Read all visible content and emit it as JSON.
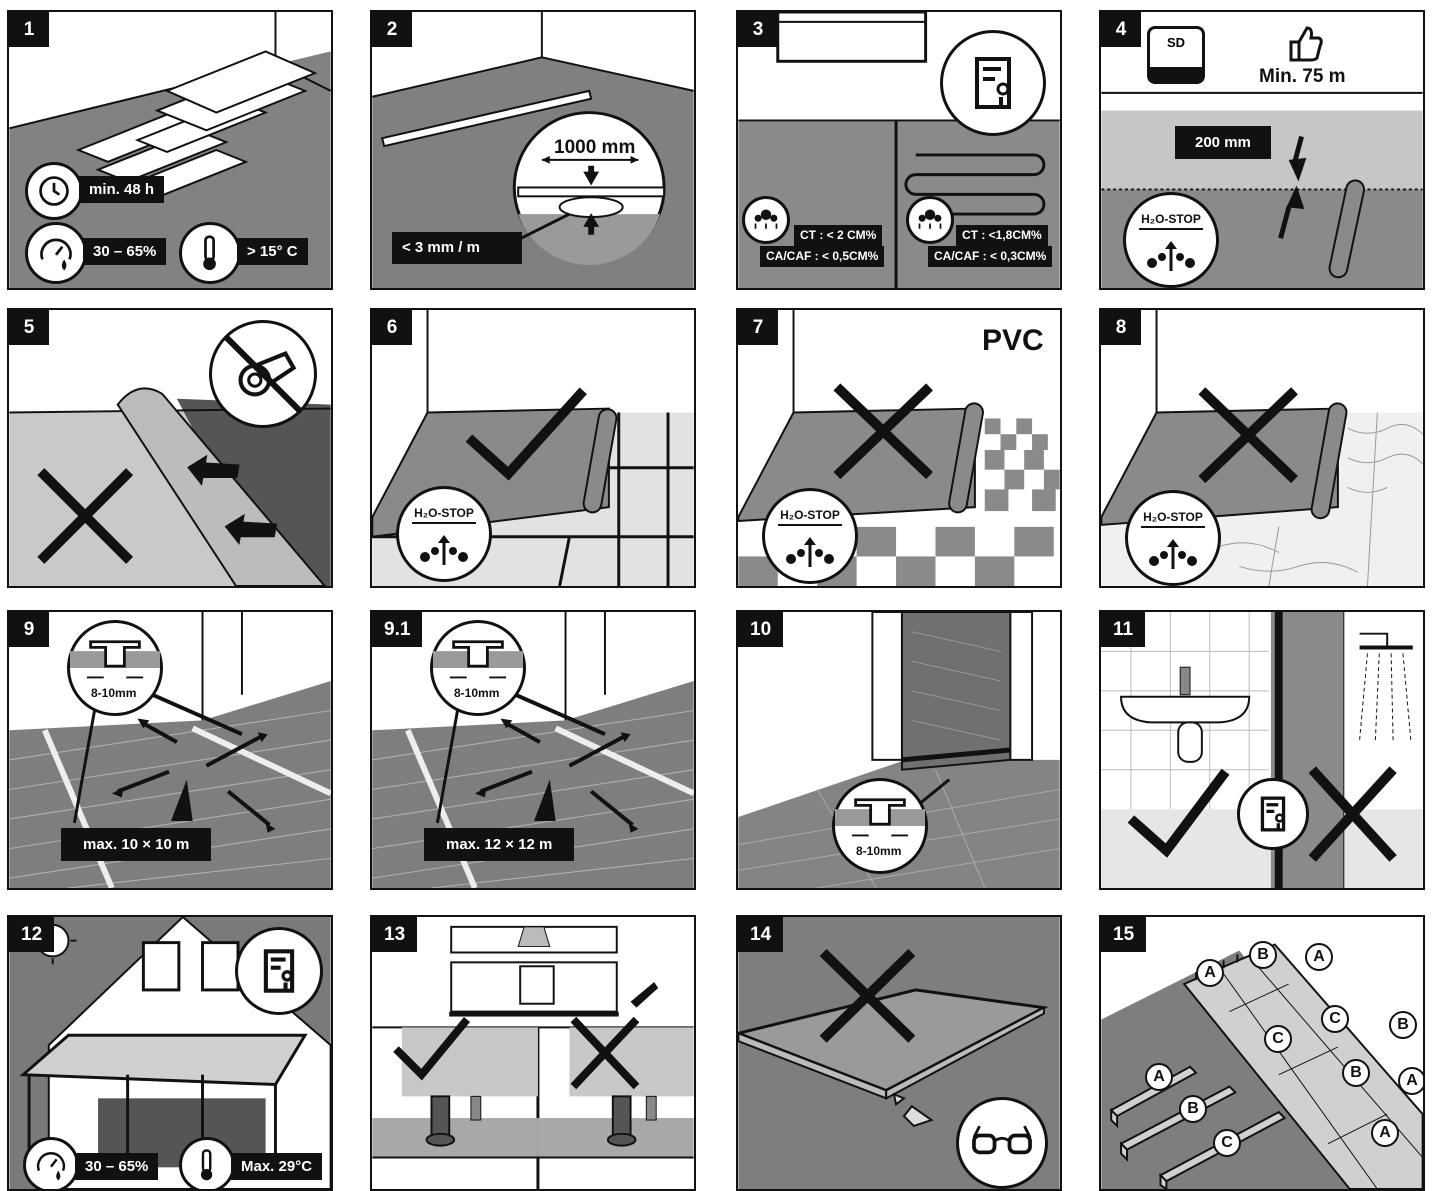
{
  "steps": [
    {
      "number": "1",
      "labels": {
        "time": "min. 48 h",
        "humidity": "30 – 65%",
        "temperature": "> 15° C"
      },
      "icons": [
        "clock-icon",
        "humidity-gauge-icon",
        "thermometer-icon"
      ]
    },
    {
      "number": "2",
      "labels": {
        "span": "1000 mm",
        "tolerance": "< 3 mm / m"
      }
    },
    {
      "number": "3",
      "labels": {
        "left_ct": "CT : < 2 CM%",
        "left_ca": "CA/CAF : < 0,5CM%",
        "right_ct": "CT : <1,8CM%",
        "right_ca": "CA/CAF : < 0,3CM%"
      }
    },
    {
      "number": "4",
      "labels": {
        "sd": "SD",
        "min": "Min. 75 m",
        "overlap": "200 mm",
        "h2o": "H₂O-STOP"
      }
    },
    {
      "number": "5"
    },
    {
      "number": "6",
      "labels": {
        "h2o": "H₂O-STOP"
      }
    },
    {
      "number": "7",
      "labels": {
        "material": "PVC",
        "h2o": "H₂O-STOP"
      }
    },
    {
      "number": "8",
      "labels": {
        "h2o": "H₂O-STOP"
      }
    },
    {
      "number": "9",
      "labels": {
        "gap": "8-10mm",
        "max": "max. 10 × 10 m"
      }
    },
    {
      "number": "9.1",
      "labels": {
        "gap": "8-10mm",
        "max": "max. 12 × 12 m"
      }
    },
    {
      "number": "10",
      "labels": {
        "gap": "8-10mm"
      }
    },
    {
      "number": "11"
    },
    {
      "number": "12",
      "labels": {
        "humidity": "30 – 65%",
        "temperature": "Max. 29°C"
      }
    },
    {
      "number": "13"
    },
    {
      "number": "14"
    },
    {
      "number": "15",
      "letters": [
        "A",
        "B",
        "C"
      ]
    }
  ],
  "colors": {
    "ink": "#111111",
    "floor": "#808080",
    "light_floor": "#c8c8c8",
    "wall": "#ffffff",
    "mid": "#a0a0a0"
  }
}
